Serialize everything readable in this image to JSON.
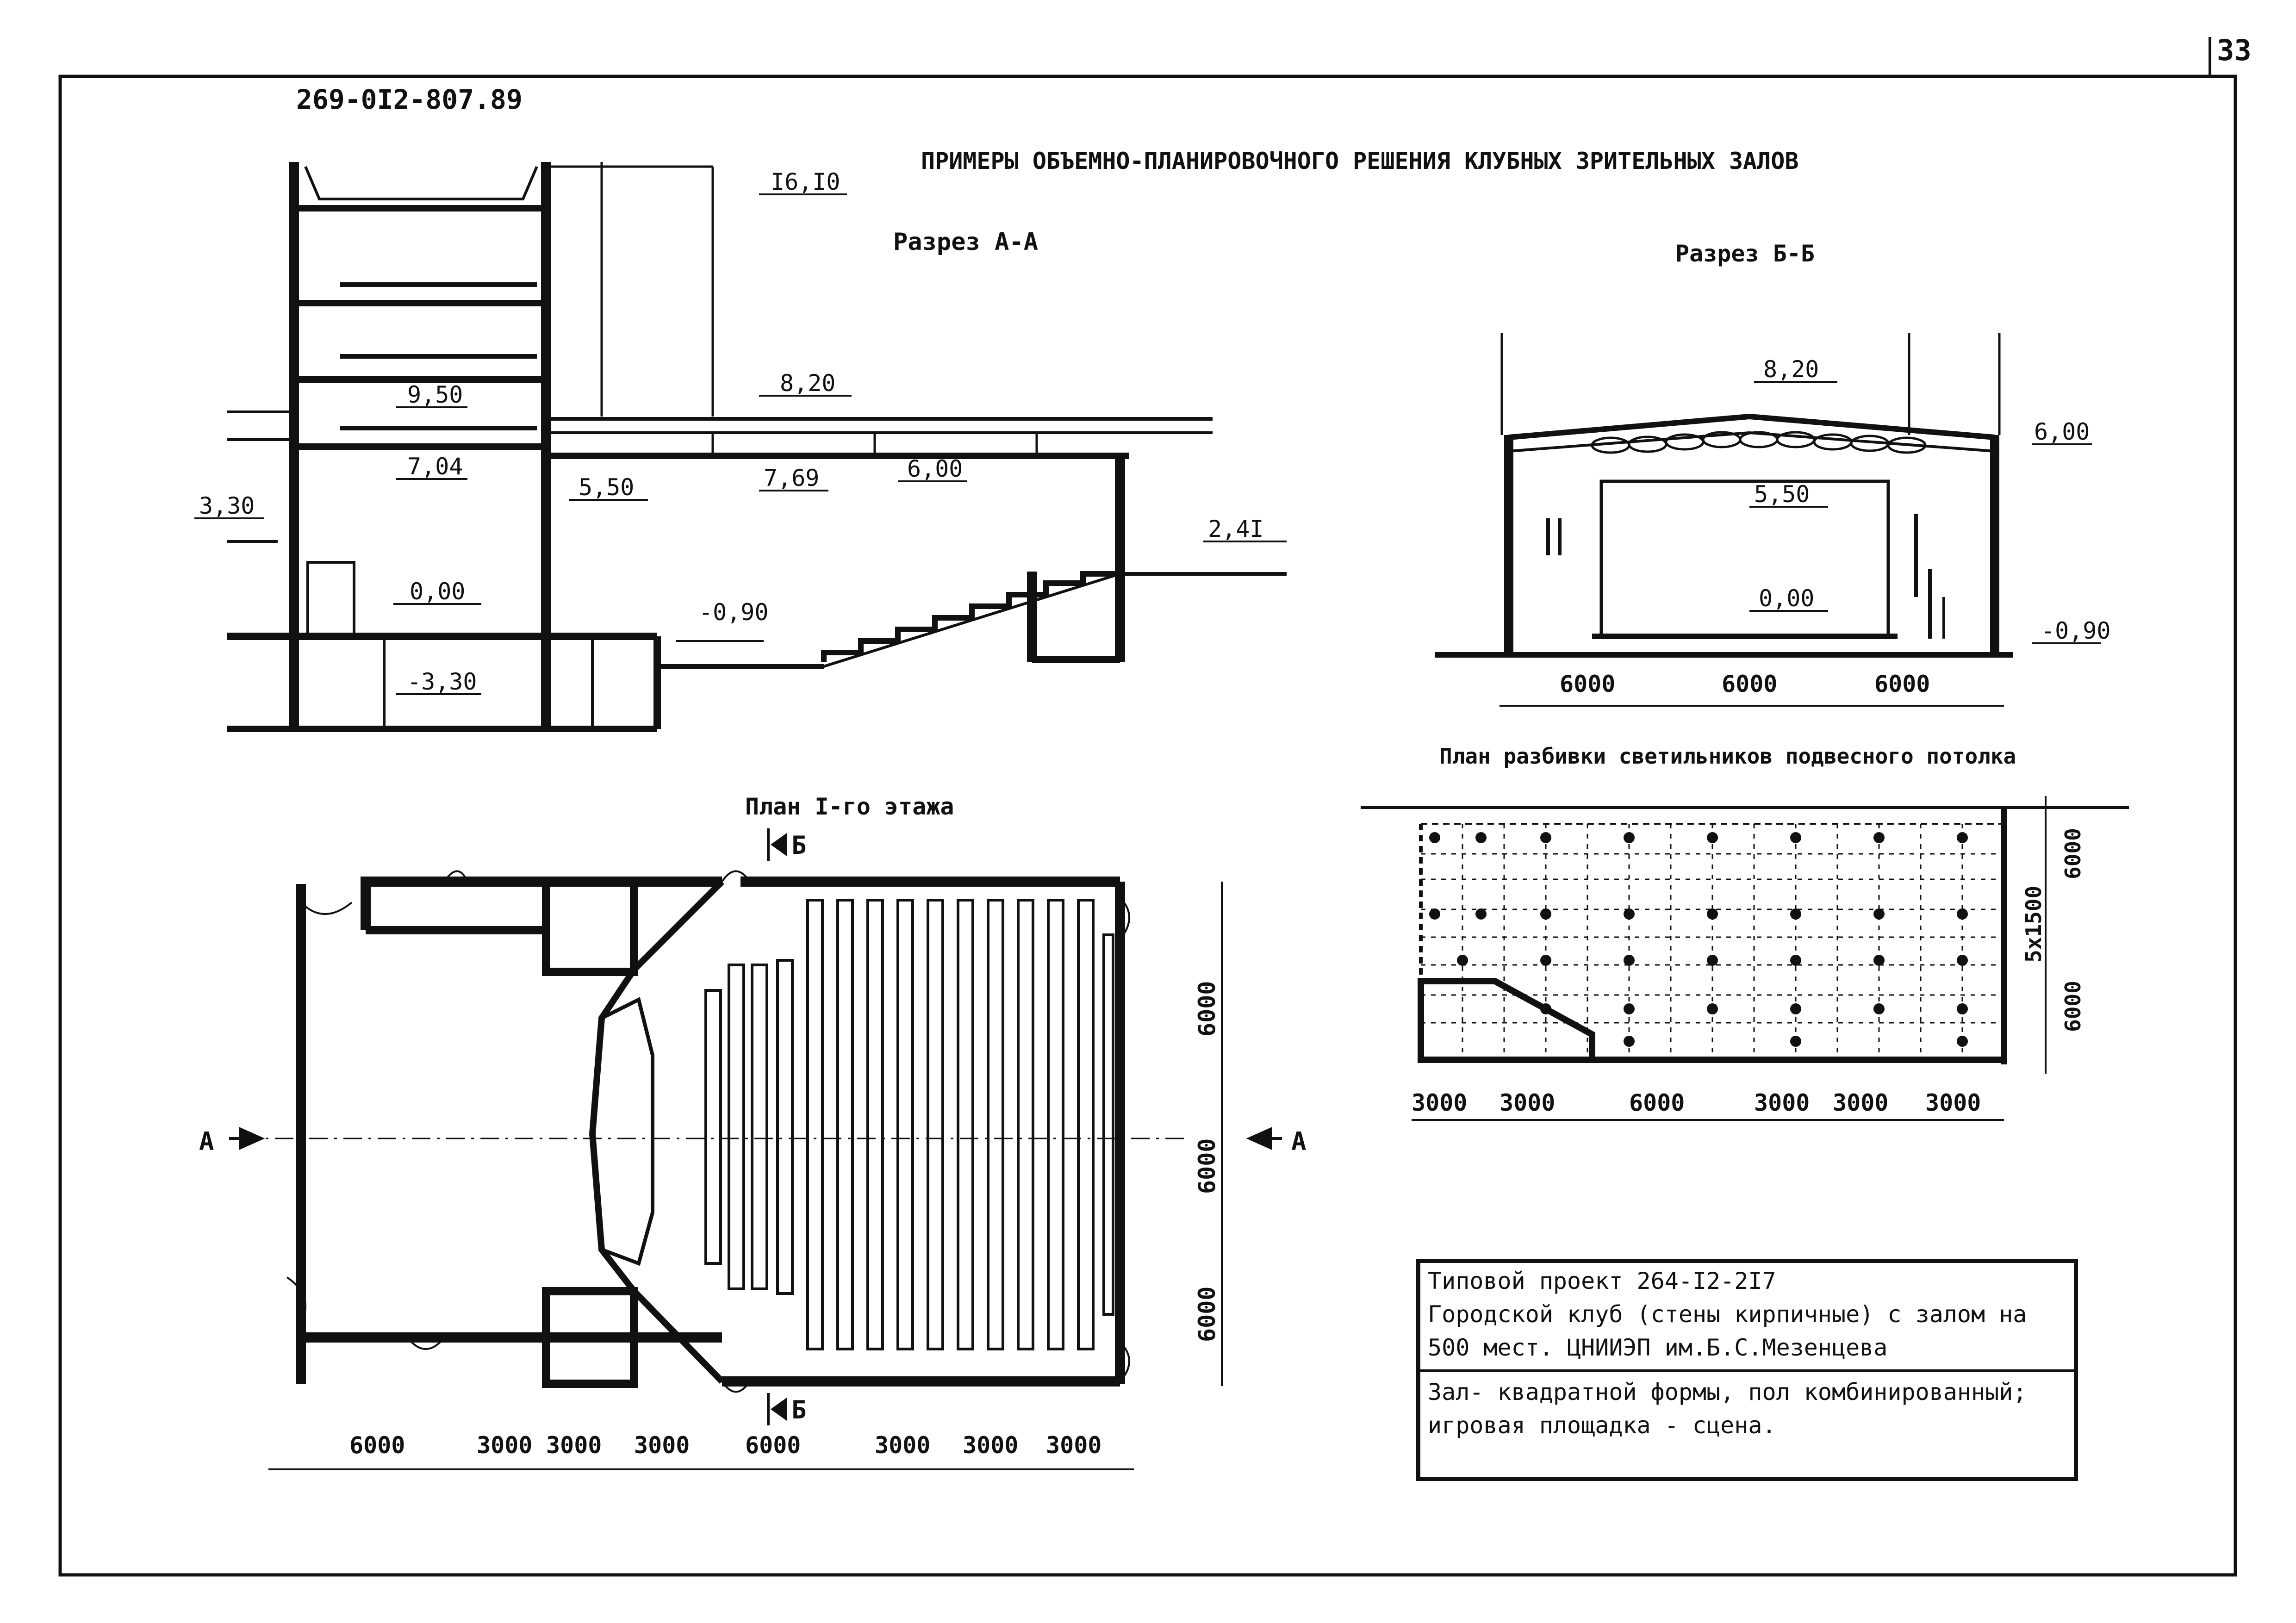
{
  "sheet": {
    "page_number": "33",
    "doc_code": "269-0I2-807.89",
    "main_title": "ПРИМЕРЫ ОБЪЕМНО-ПЛАНИРОВОЧНОГО РЕШЕНИЯ КЛУБНЫХ ЗРИТЕЛЬНЫХ ЗАЛОВ"
  },
  "section_aa": {
    "title": "Разрез А-А",
    "levels": [
      "I6,I0",
      "9,50",
      "7,04",
      "3,30",
      "0,00",
      "-3,30",
      "5,50",
      "8,20",
      "7,69",
      "6,00",
      "-0,90",
      "2,4I"
    ]
  },
  "section_bb": {
    "title": "Разрез Б-Б",
    "levels": [
      "8,20",
      "6,00",
      "5,50",
      "0,00",
      "-0,90"
    ],
    "dims": [
      "6000",
      "6000",
      "6000"
    ]
  },
  "ceiling_plan": {
    "title": "План разбивки светильников подвесного потолка",
    "dims_bottom": [
      "3000",
      "3000",
      "6000",
      "3000",
      "3000",
      "3000"
    ],
    "dims_right": [
      "6000",
      "5x1500",
      "6000"
    ]
  },
  "floor_plan": {
    "title": "План I-го этажа",
    "cut_aa": "А",
    "cut_bb": "Б",
    "dims_bottom": [
      "6000",
      "3000",
      "3000",
      "3000",
      "6000",
      "3000",
      "3000",
      "3000"
    ],
    "dims_right": [
      "6000",
      "6000",
      "6000"
    ]
  },
  "info": {
    "line1": "Типовой проект 264-I2-2I7",
    "line2": "Городской клуб (стены кирпичные) с залом на",
    "line3": "500 мест. ЦНИИЭП им.Б.С.Мезенцева",
    "line4": "Зал- квадратной формы, пол комбинированный;",
    "line5": "игровая площадка - сцена."
  }
}
